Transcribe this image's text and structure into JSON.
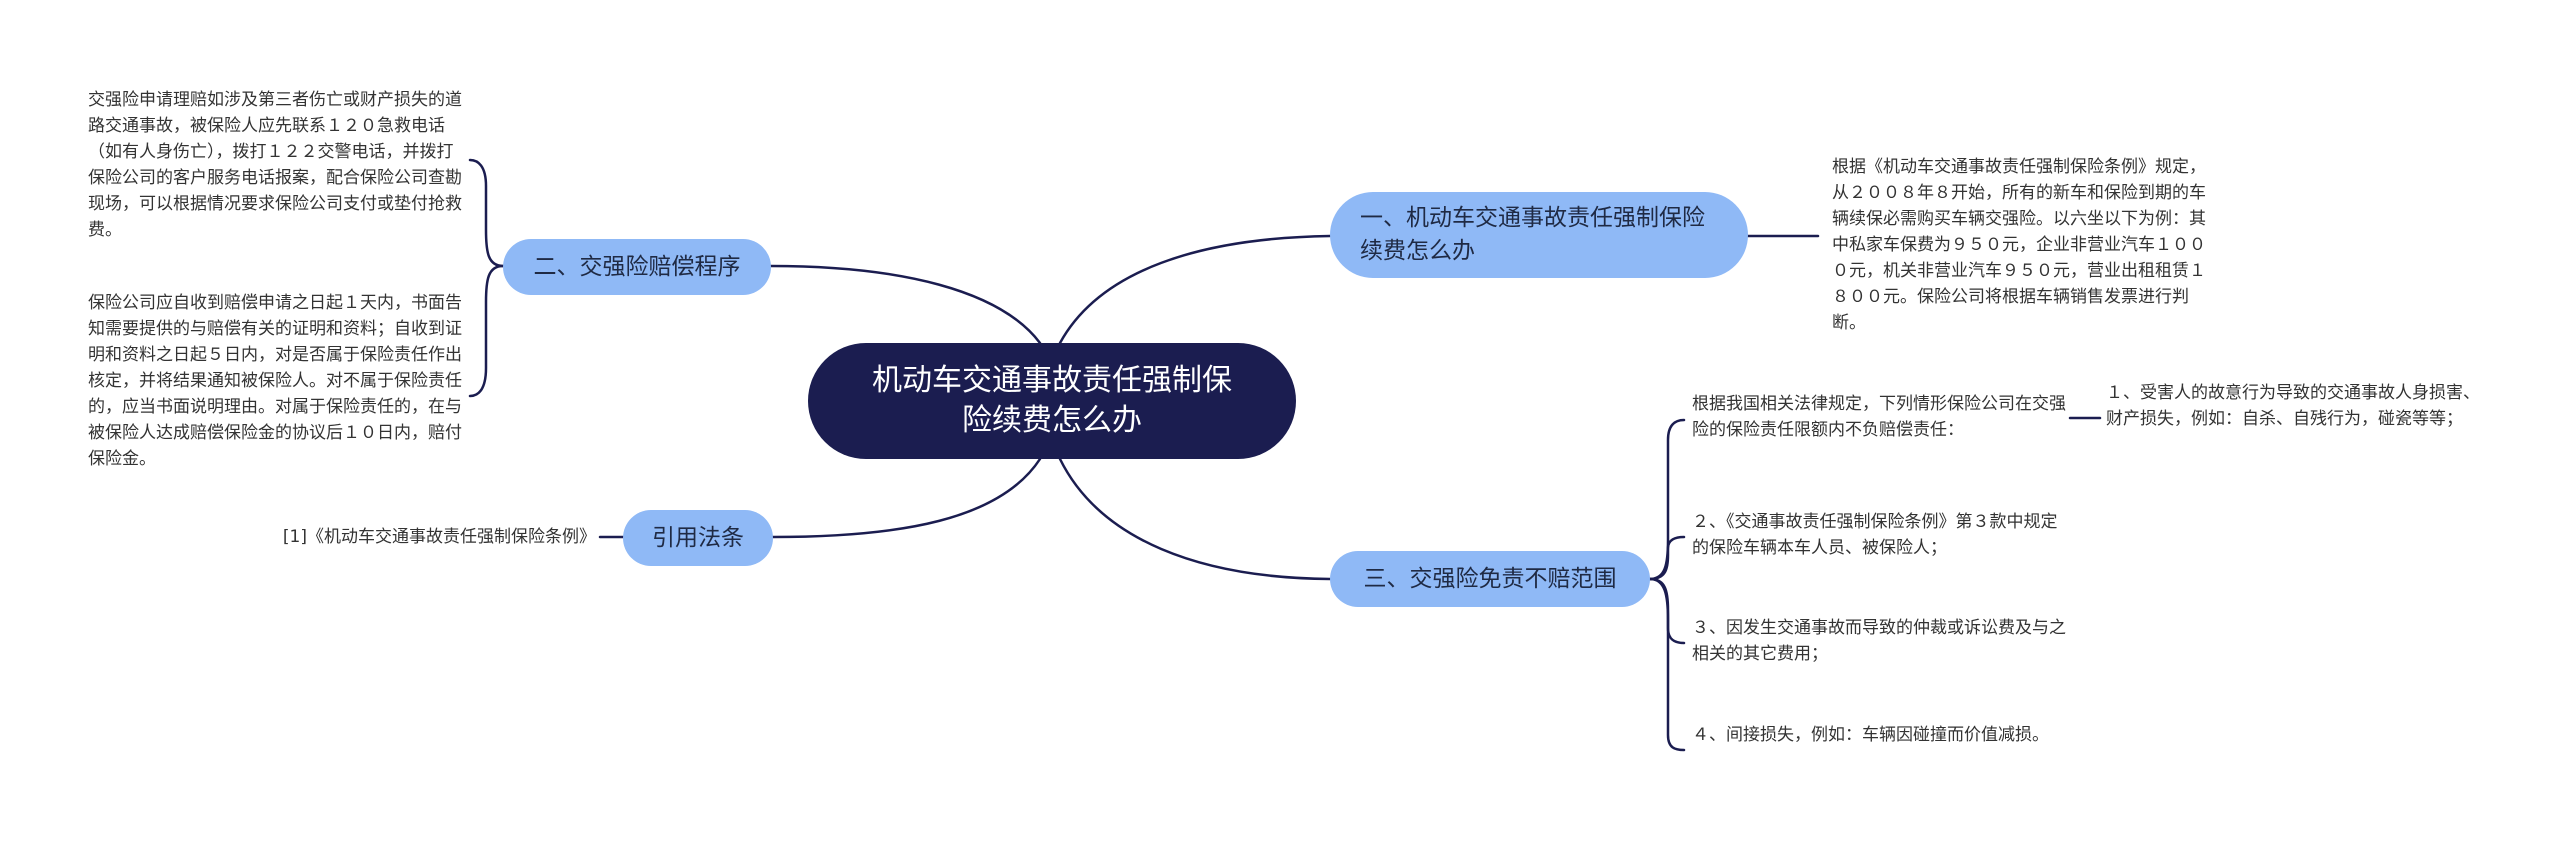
{
  "center": {
    "title": "机动车交通事故责任强制保险续费怎么办"
  },
  "branches": {
    "b1": {
      "label": "一、机动车交通事故责任强制保险续费怎么办",
      "text": "根据《机动车交通事故责任强制保险条例》规定，从２００８年８开始，所有的新车和保险到期的车辆续保必需购买车辆交强险。以六坐以下为例：其中私家车保费为９５０元，企业非营业汽车１０００元，机关非营业汽车９５０元，营业出租租赁１８００元。保险公司将根据车辆销售发票进行判断。"
    },
    "b2": {
      "label": "二、交强险赔偿程序",
      "text_a": "交强险申请理赔如涉及第三者伤亡或财产损失的道路交通事故，被保险人应先联系１２０急救电话（如有人身伤亡），拨打１２２交警电话，并拨打保险公司的客户服务电话报案，配合保险公司查勘现场，可以根据情况要求保险公司支付或垫付抢救费。",
      "text_b": "保险公司应自收到赔偿申请之日起１天内，书面告知需要提供的与赔偿有关的证明和资料；自收到证明和资料之日起５日内，对是否属于保险责任作出核定，并将结果通知被保险人。对不属于保险责任的，应当书面说明理由。对属于保险责任的，在与被保险人达成赔偿保险金的协议后１０日内，赔付保险金。"
    },
    "b3": {
      "label": "三、交强险免责不赔范围",
      "intro": "根据我国相关法律规定，下列情形保险公司在交强险的保险责任限额内不负赔偿责任：",
      "item1": "１、受害人的故意行为导致的交通事故人身损害、财产损失，例如：自杀、自残行为，碰瓷等等；",
      "item2": "２、《交通事故责任强制保险条例》第３款中规定的保险车辆本车人员、被保险人；",
      "item3": "３、因发生交通事故而导致的仲裁或诉讼费及与之相关的其它费用；",
      "item4": "４、间接损失，例如：车辆因碰撞而价值减损。"
    },
    "b4": {
      "label": "引用法条",
      "text": "[1]《机动车交通事故责任强制保险条例》"
    }
  },
  "colors": {
    "center_fill": "#1b1d50",
    "branch_fill": "#8fb9f6",
    "link_stroke": "#1b1d50"
  }
}
